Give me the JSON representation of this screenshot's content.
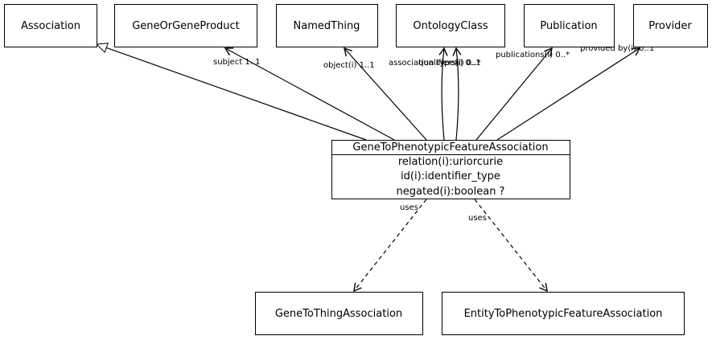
{
  "classes": {
    "association": "Association",
    "gene_or_gene_product": "GeneOrGeneProduct",
    "named_thing": "NamedThing",
    "ontology_class": "OntologyClass",
    "publication": "Publication",
    "provider": "Provider",
    "main": "GeneToPhenotypicFeatureAssociation",
    "gene_to_thing": "GeneToThingAssociation",
    "entity_to_phenotypic": "EntityToPhenotypicFeatureAssociation"
  },
  "main_attributes": [
    "relation(i):uriorcurie",
    "id(i):identifier_type",
    "negated(i):boolean ?"
  ],
  "edge_labels": {
    "subject": "subject 1..1",
    "object": "object(i) 1..1",
    "association_type": "association type(i) 0..1",
    "qualifiers": "qualifiers(i) 0..*",
    "publications": "publications(i) 0..*",
    "provided_by": "provided by(i) 0..1",
    "uses_1": "uses",
    "uses_2": "uses"
  }
}
